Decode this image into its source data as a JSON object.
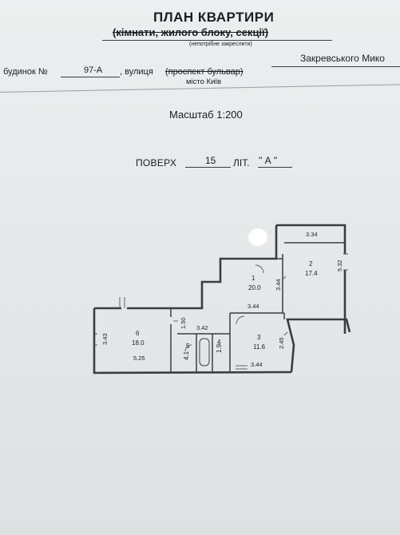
{
  "title": "ПЛАН КВАРТИРИ",
  "subtitle": "(кімнати, жилого блоку, секції)",
  "subtitle_note": "(непотрібне закреслити)",
  "building": {
    "label": "будинок №",
    "number": "97-А",
    "street_label": ", вулиця",
    "street_type_struck": "(проспект бульвар)",
    "street_name": "Закревського Мико",
    "city": "місто Київ"
  },
  "scale": "Масштаб 1:200",
  "floor": {
    "label": "ПОВЕРХ",
    "number": "15",
    "lit_label": "ЛІТ.",
    "lit_value": "\" А \""
  },
  "rooms": [
    {
      "number": "1",
      "area": "20.0"
    },
    {
      "number": "2",
      "area": "17.4"
    },
    {
      "number": "3",
      "area": "11.6"
    },
    {
      "number": "4",
      "area": "1.9"
    },
    {
      "number": "5",
      "area": "4.1"
    },
    {
      "number": "6",
      "area": "18.0"
    }
  ],
  "dimensions": {
    "d1": "3.34",
    "d2": "5.32",
    "d3": "3.44",
    "d4": "3.44",
    "d5": "3.43",
    "d6": "1.50",
    "d7": "3.42",
    "d8": "2.45",
    "d9": "5.25",
    "d10": "3.44"
  },
  "colors": {
    "line": "#3a3d44",
    "text": "#1a1d22"
  }
}
